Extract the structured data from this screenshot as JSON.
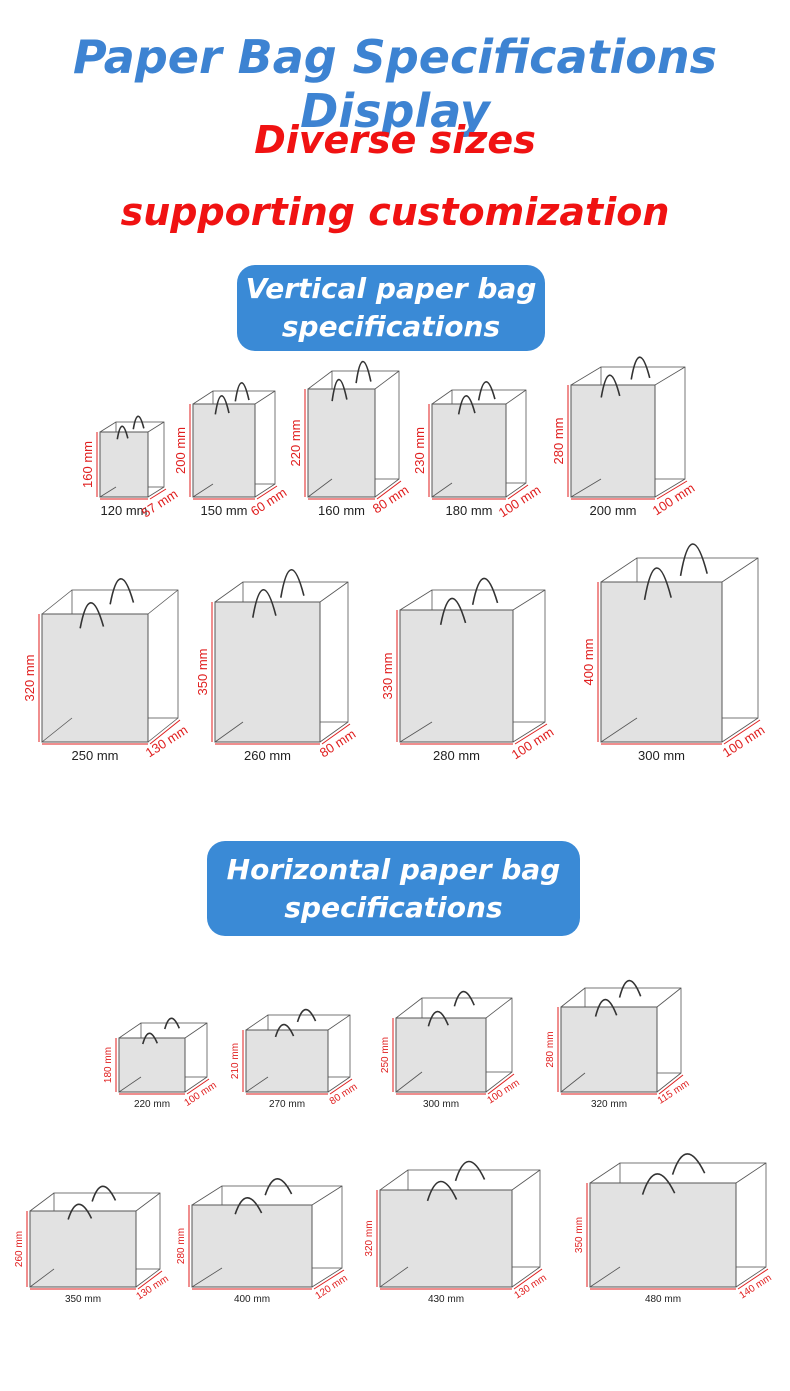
{
  "title": "Paper Bag Specifications Display",
  "subtitle_line1": "Diverse sizes",
  "subtitle_line2": "supporting customization",
  "vertical_section": {
    "label_line1": "Vertical paper bag",
    "label_line2": "specifications",
    "bags": [
      {
        "w": "120 mm",
        "h": "160 mm",
        "d": "57 mm"
      },
      {
        "w": "150 mm",
        "h": "200 mm",
        "d": "60 mm"
      },
      {
        "w": "160 mm",
        "h": "220 mm",
        "d": "80 mm"
      },
      {
        "w": "180 mm",
        "h": "230 mm",
        "d": "100 mm"
      },
      {
        "w": "200 mm",
        "h": "280 mm",
        "d": "100 mm"
      },
      {
        "w": "250 mm",
        "h": "320 mm",
        "d": "130 mm"
      },
      {
        "w": "260 mm",
        "h": "350 mm",
        "d": "80 mm"
      },
      {
        "w": "280 mm",
        "h": "330 mm",
        "d": "100 mm"
      },
      {
        "w": "300 mm",
        "h": "400 mm",
        "d": "100 mm"
      }
    ]
  },
  "horizontal_section": {
    "label_line1": "Horizontal paper bag",
    "label_line2": "specifications",
    "bags": [
      {
        "w": "220 mm",
        "h": "180 mm",
        "d": "100 mm"
      },
      {
        "w": "270 mm",
        "h": "210 mm",
        "d": "80 mm"
      },
      {
        "w": "300 mm",
        "h": "250 mm",
        "d": "100 mm"
      },
      {
        "w": "320 mm",
        "h": "280 mm",
        "d": "115 mm"
      },
      {
        "w": "350 mm",
        "h": "260 mm",
        "d": "130 mm"
      },
      {
        "w": "400 mm",
        "h": "280 mm",
        "d": "120 mm"
      },
      {
        "w": "430 mm",
        "h": "320 mm",
        "d": "130 mm"
      },
      {
        "w": "480 mm",
        "h": "350 mm",
        "d": "140 mm"
      }
    ]
  },
  "colors": {
    "title": "#3d83d2",
    "subtitle": "#f01212",
    "pill": "#3a8ad6",
    "bag_fill": "#e2e2e2",
    "bag_stroke": "#555555",
    "dimension_marker": "#e01e1e"
  }
}
